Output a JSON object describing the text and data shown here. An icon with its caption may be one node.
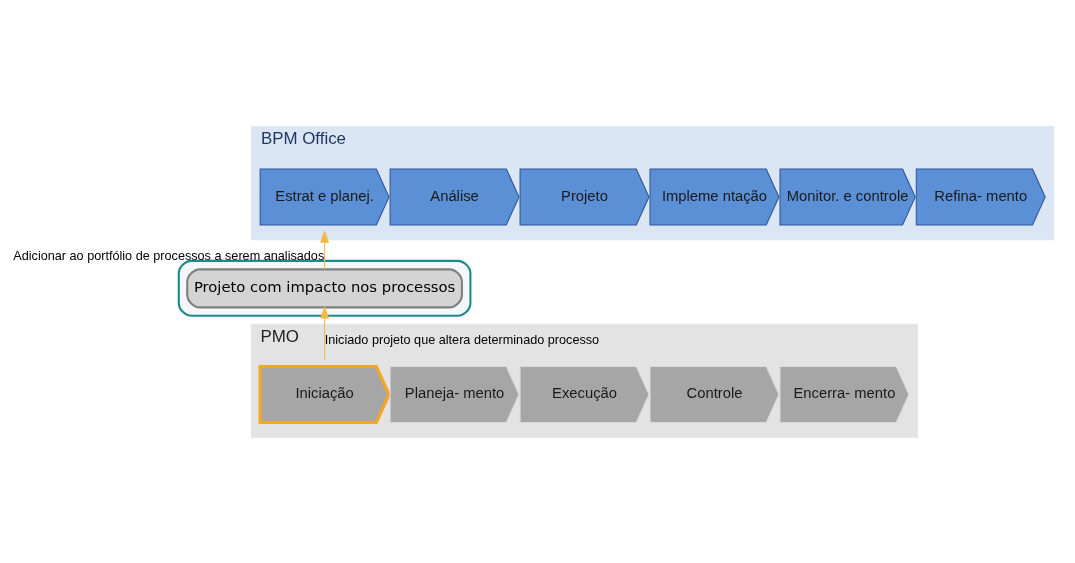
{
  "diagram": {
    "nodes": [
      {
        "text": [
          "BPM Office"
        ]
      },
      {
        "text": [
          "PMO"
        ]
      },
      {
        "text": [],
        "shape": "box"
      },
      {
        "text": [
          "Estrat e planej."
        ],
        "in": 0
      },
      {
        "text": [
          "Análise"
        ],
        "in": 0
      },
      {
        "text": [
          "Projeto"
        ],
        "in": 0
      },
      {
        "text": [
          "Impleme ntação"
        ],
        "in": 0
      },
      {
        "text": [
          "Monitor. e controle"
        ],
        "in": 0
      },
      {
        "text": [
          "Refina- mento"
        ],
        "in": 0
      },
      {
        "text": [
          "Projeto com impacto nos processos"
        ],
        "in": 2
      },
      {
        "text": [
          "Iniciação"
        ],
        "in": 1
      },
      {
        "text": [
          "Planeja- mento"
        ],
        "in": 1
      },
      {
        "text": [
          "Execução"
        ],
        "in": 1
      },
      {
        "text": [
          "Controle"
        ],
        "in": 1
      },
      {
        "text": [
          "Encerra- mento"
        ],
        "in": 1
      }
    ],
    "edges": [
      {
        "from": 10,
        "to": 9,
        "arrow": "to",
        "label": "Iniciado projeto que altera determinado processo"
      },
      {
        "from": 9,
        "to": 3,
        "arrow": "to",
        "label": "Adicionar ao portfólio de processos a serem analisados"
      }
    ]
  }
}
